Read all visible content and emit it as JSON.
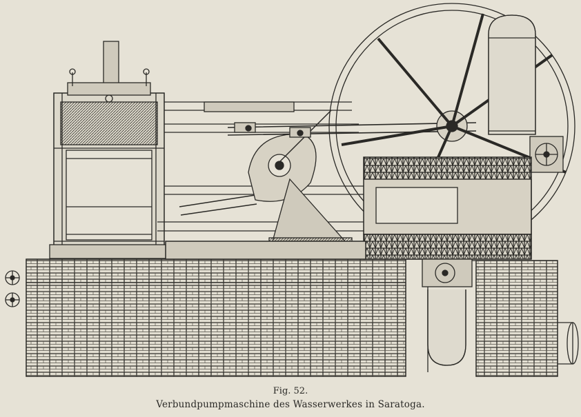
{
  "page": {
    "background": "#e6e2d6",
    "ink": "#2a2926"
  },
  "figure": {
    "number": "Fig. 52.",
    "caption": "Verbundpumpmaschine des Wasserwerkes in Saratoga.",
    "type": "engraving-line-drawing",
    "subject_parts": [
      "brick-foundation",
      "flywheel",
      "vertical-air-vessel",
      "cylinders",
      "beam",
      "pump-chamber",
      "valve-handwheels"
    ]
  }
}
